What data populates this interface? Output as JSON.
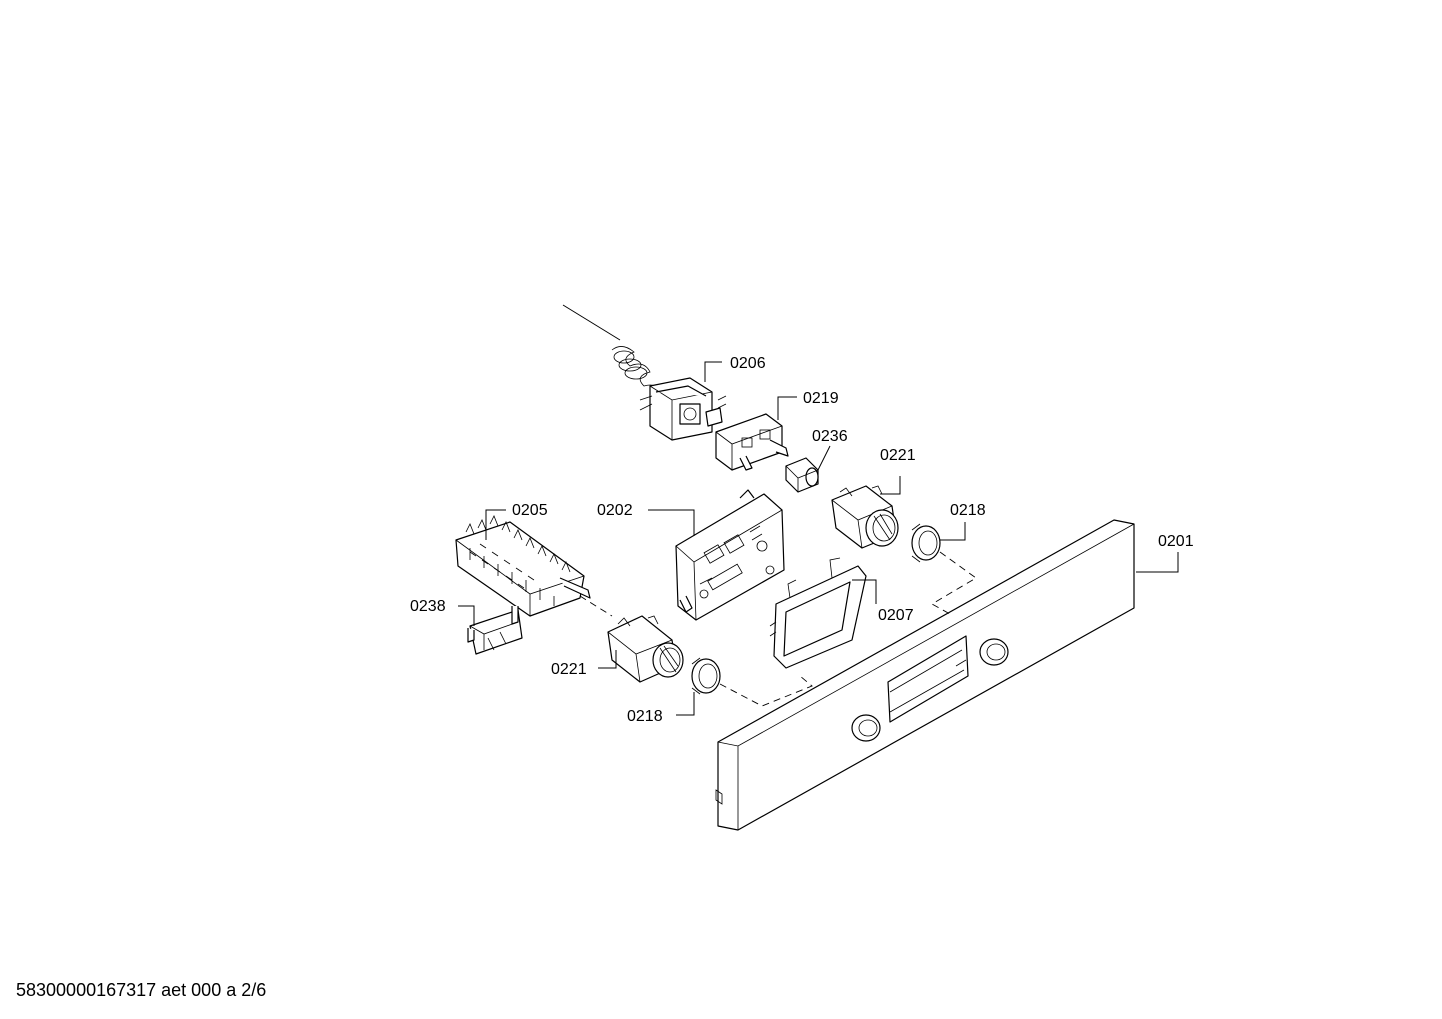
{
  "callouts": {
    "c0206": "0206",
    "c0219": "0219",
    "c0236": "0236",
    "c0221a": "0221",
    "c0205": "0205",
    "c0202": "0202",
    "c0218a": "0218",
    "c0201": "0201",
    "c0238": "0238",
    "c0207": "0207",
    "c0221b": "0221",
    "c0218b": "0218"
  },
  "footer": {
    "document_id": "58300000167317 aet 000 a 2/6"
  }
}
